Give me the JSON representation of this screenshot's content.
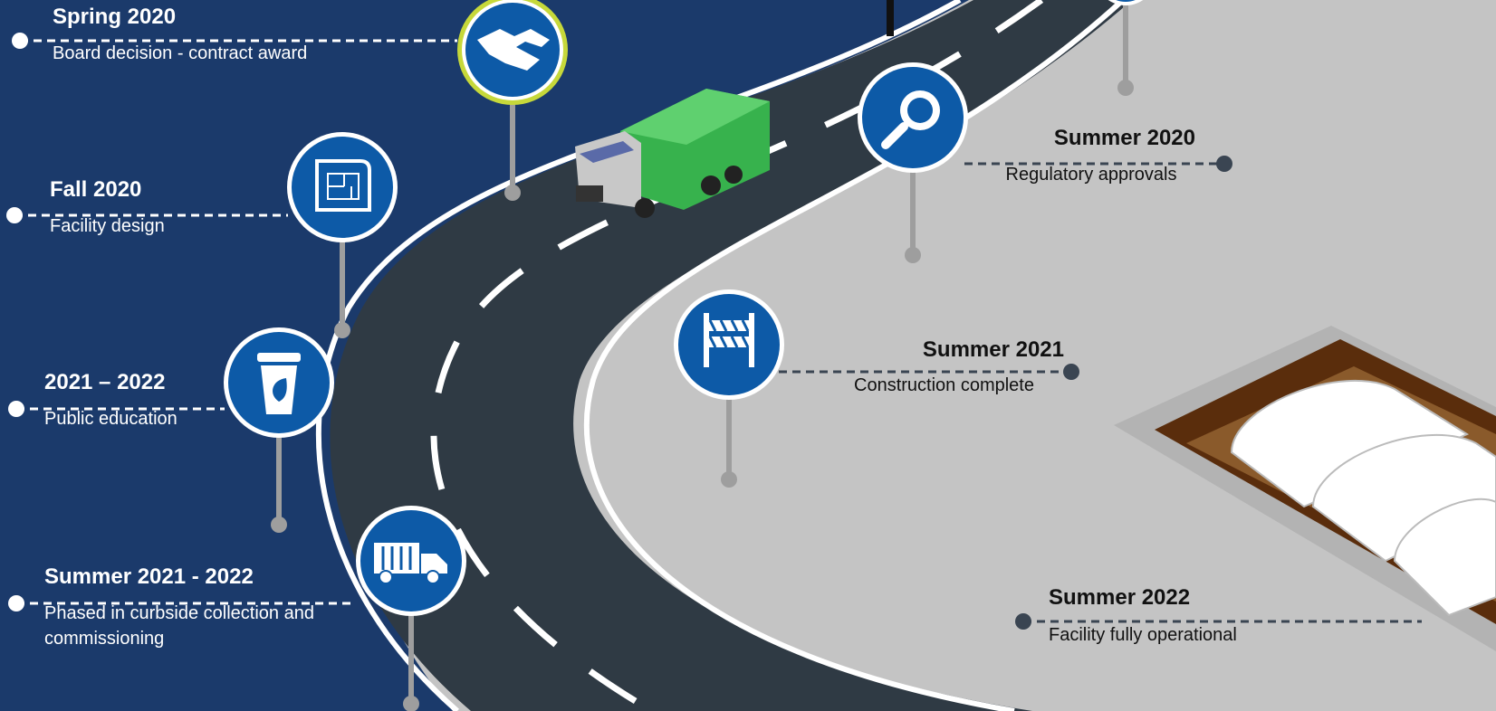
{
  "milestones": [
    {
      "date": "Spring 2020",
      "description": "Board decision - contract award",
      "icon": "handshake-icon"
    },
    {
      "date": "Fall 2020",
      "description": "Facility design",
      "icon": "blueprint-icon"
    },
    {
      "date": "2021 – 2022",
      "description": "Public education",
      "icon": "recycling-bin-icon"
    },
    {
      "date": "Summer 2021 - 2022",
      "description": "Phased in curbside collection and commissioning",
      "icon": "garbage-truck-icon"
    },
    {
      "date": "Summer 2020",
      "description": "Regulatory approvals",
      "icon": "magnifying-glass-icon"
    },
    {
      "date": "Summer 2021",
      "description": "Construction complete",
      "icon": "barricade-icon"
    },
    {
      "date": "Summer 2022",
      "description": "Facility fully operational",
      "icon": "facility-icon"
    }
  ],
  "colors": {
    "panel_blue": "#1b3a6b",
    "icon_blue": "#0d5aa7",
    "ground_gray": "#c4c4c4",
    "road": "#2f3a44",
    "truck_green": "#37b24d",
    "highlight_ring": "#c6d83a"
  }
}
